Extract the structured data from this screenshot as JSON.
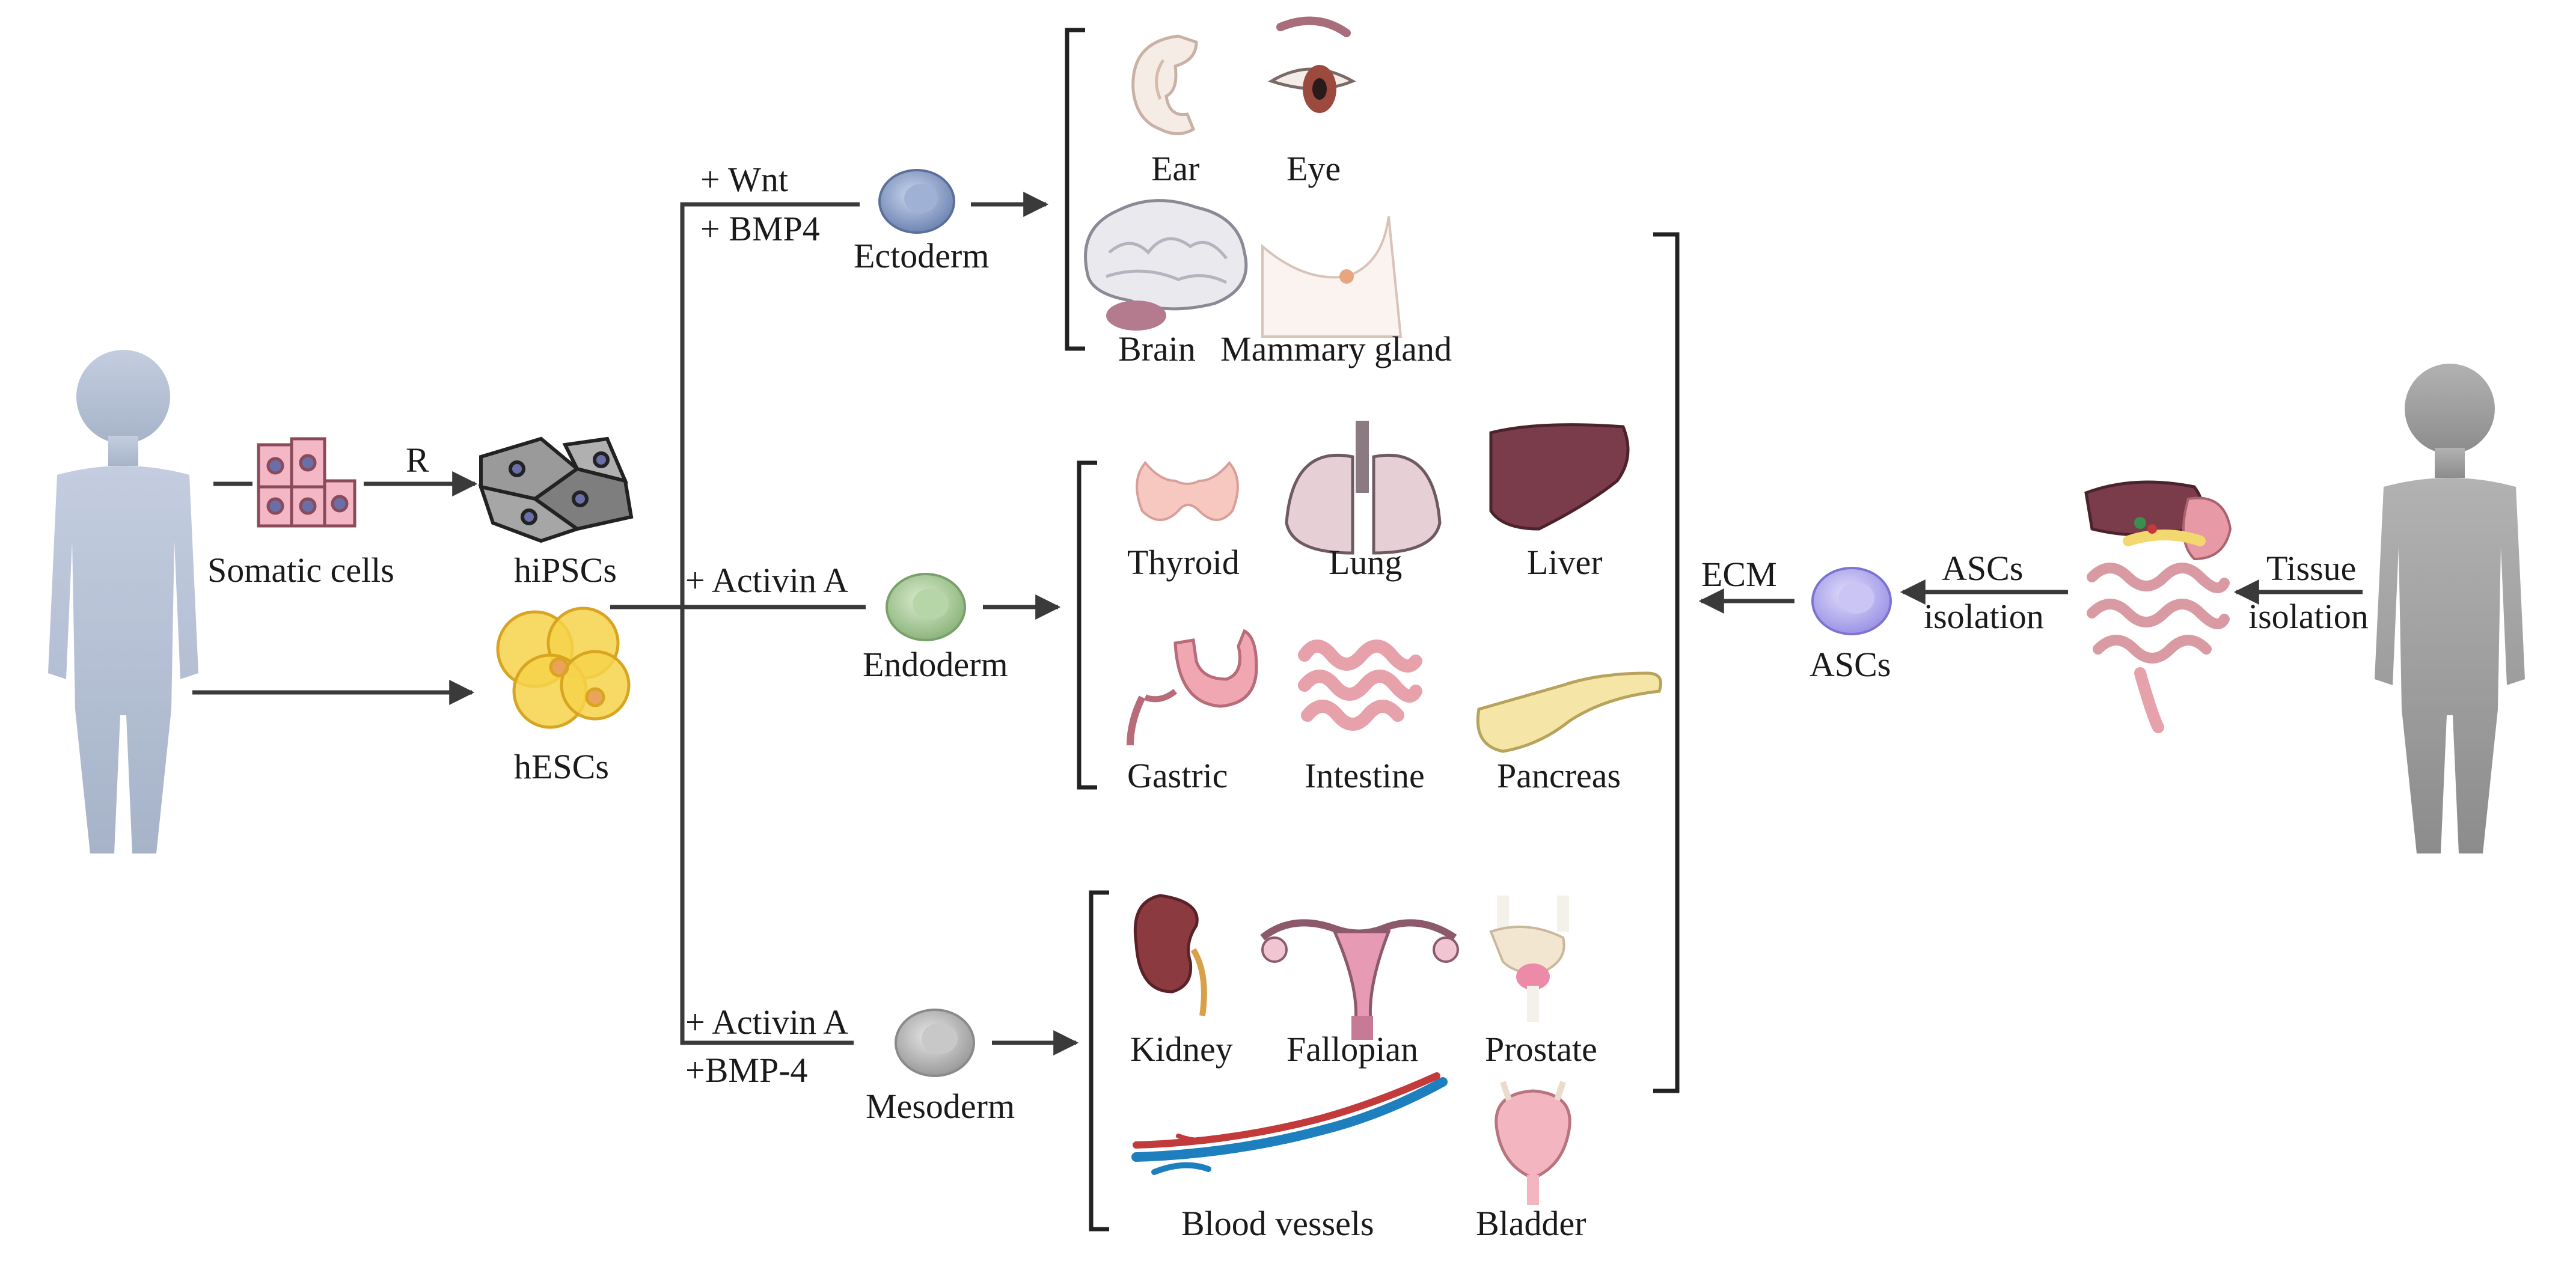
{
  "sources": {
    "somatic_cells": "Somatic cells",
    "hipscs": "hiPSCs",
    "hescs": "hESCs",
    "reprogram": "R"
  },
  "factors": {
    "ecto_1": "+ Wnt",
    "ecto_2": "+ BMP4",
    "endo_1": "+ Activin A",
    "meso_1": "+ Activin A",
    "meso_2": "+BMP-4"
  },
  "germ_layers": {
    "ectoderm": "Ectoderm",
    "endoderm": "Endoderm",
    "mesoderm": "Mesoderm"
  },
  "organs": {
    "ectoderm": [
      "Ear",
      "Eye",
      "Brain",
      "Mammary gland"
    ],
    "endoderm": [
      "Thyroid",
      "Lung",
      "Liver",
      "Gastric",
      "Intestine",
      "Pancreas"
    ],
    "mesoderm": [
      "Kidney",
      "Fallopian",
      "Prostate",
      "Blood vessels",
      "Bladder"
    ]
  },
  "adult_path": {
    "ecm": "ECM",
    "ascs": "ASCs",
    "ascs_isolation_1": "ASCs",
    "ascs_isolation_2": "isolation",
    "tissue_isolation_1": "Tissue",
    "tissue_isolation_2": "isolation"
  },
  "colors": {
    "human_left": "#b8c4d6",
    "human_right": "#a7a7a7",
    "ectoderm_cell": "#8fa3c6",
    "endoderm_cell": "#a9c79a",
    "mesoderm_cell": "#b8b8b8",
    "ascs_cell": "#b9b3f0",
    "hescs_cell": "#f6d24a",
    "somatic_cell": "#f3b7c5",
    "arrow": "#3a3a3a"
  }
}
